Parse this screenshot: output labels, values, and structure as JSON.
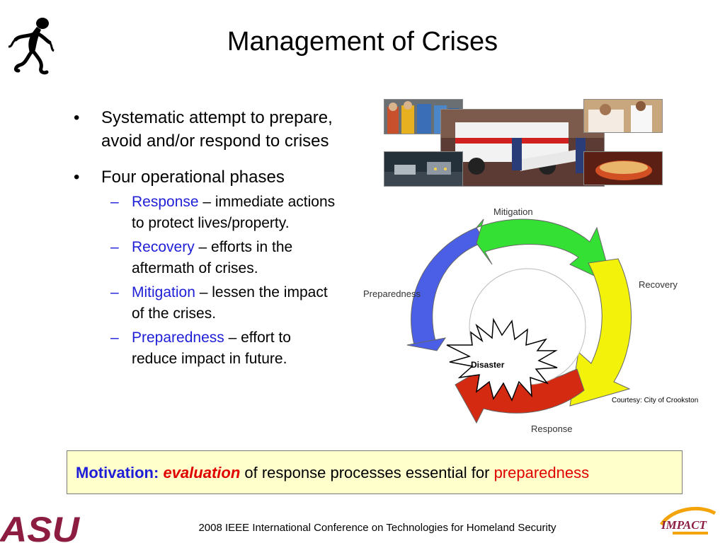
{
  "slide": {
    "title": "Management of Crises"
  },
  "bullets": [
    {
      "marker": "•",
      "text": "Systematic attempt to prepare, avoid and/or respond to crises"
    },
    {
      "marker": "•",
      "text": "Four operational phases"
    }
  ],
  "phases": [
    {
      "marker": "–",
      "name": "Response",
      "desc": " – immediate actions to protect lives/property."
    },
    {
      "marker": "–",
      "name": "Recovery",
      "desc": " – efforts in the aftermath of crises."
    },
    {
      "marker": "–",
      "name": "Mitigation",
      "desc": " – lessen the impact of the crises."
    },
    {
      "marker": "–",
      "name": "Preparedness",
      "desc": " – effort to reduce impact in future."
    }
  ],
  "cycle": {
    "labels": {
      "mitigation": "Mitigation",
      "recovery": "Recovery",
      "response": "Response",
      "preparedness": "Preparedness",
      "disaster": "Disaster"
    },
    "colors": {
      "mitigation": "#33e033",
      "recovery": "#f2f20a",
      "response": "#d42a12",
      "preparedness": "#4a5fe6"
    }
  },
  "courtesy": "Courtesy: City of Crookston",
  "motivation": {
    "label": "Motivation",
    "colon": ": ",
    "emphasis": "evaluation",
    "middle": " of response processes essential for ",
    "end": "preparedness"
  },
  "footer": {
    "text": "2008 IEEE International Conference on Technologies for Homeland Security"
  },
  "logos": {
    "left": "ASU",
    "right": "IMPACT"
  },
  "accent_colors": {
    "blue": "#1f1fd8",
    "red": "#e00000",
    "asu_maroon": "#8c1d40"
  }
}
